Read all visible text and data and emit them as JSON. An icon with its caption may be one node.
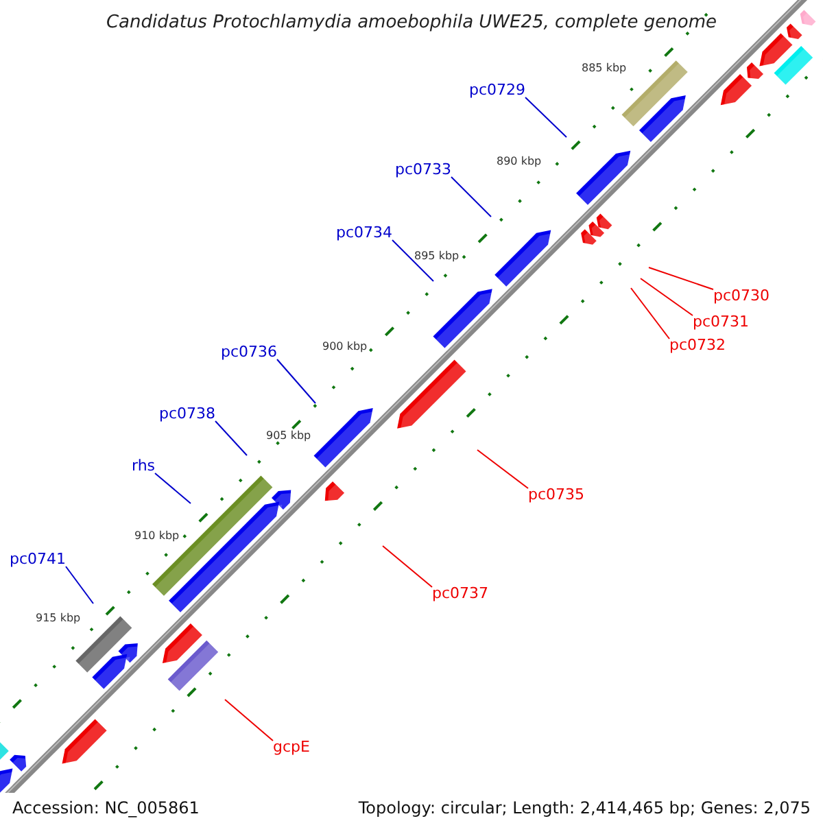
{
  "diagram": {
    "title": "Candidatus Protochlamydia amoebophila UWE25, complete genome",
    "nodes": [
      {
        "text": [
          "pc0729"
        ]
      },
      {
        "text": [
          "pc0733"
        ]
      },
      {
        "text": [
          "pc0734"
        ]
      },
      {
        "text": [
          "pc0736"
        ]
      },
      {
        "text": [
          "pc0738"
        ]
      },
      {
        "text": [
          "rhs"
        ]
      },
      {
        "text": [
          "pc0741"
        ]
      },
      {
        "text": [
          "pc0730"
        ]
      },
      {
        "text": [
          "pc0731"
        ]
      },
      {
        "text": [
          "pc0732"
        ]
      },
      {
        "text": [
          "pc0735"
        ]
      },
      {
        "text": [
          "pc0737"
        ]
      },
      {
        "text": [
          "gcpE"
        ]
      }
    ],
    "edges": [
      {
        "from": 0,
        "to": null,
        "arrow": "none"
      },
      {
        "from": 1,
        "to": null,
        "arrow": "none"
      },
      {
        "from": 2,
        "to": null,
        "arrow": "none"
      },
      {
        "from": 3,
        "to": null,
        "arrow": "none"
      },
      {
        "from": 4,
        "to": null,
        "arrow": "none"
      },
      {
        "from": 5,
        "to": null,
        "arrow": "none"
      },
      {
        "from": 6,
        "to": null,
        "arrow": "none"
      },
      {
        "from": 7,
        "to": null,
        "arrow": "none",
        "color": "#ee0000"
      },
      {
        "from": 8,
        "to": null,
        "arrow": "none",
        "color": "#ee0000"
      },
      {
        "from": 9,
        "to": null,
        "arrow": "none",
        "color": "#ee0000"
      },
      {
        "from": 10,
        "to": null,
        "arrow": "none",
        "color": "#ee0000"
      },
      {
        "from": 11,
        "to": null,
        "arrow": "none",
        "color": "#ee0000"
      },
      {
        "from": 12,
        "to": null,
        "arrow": "none",
        "color": "#ee0000"
      }
    ],
    "labels": [
      "885 kbp",
      "890 kbp",
      "895 kbp",
      "900 kbp",
      "905 kbp",
      "910 kbp",
      "915 kbp",
      "Accession: NC_005861",
      "Topology: circular; Length: 2,414,465 bp; Genes: 2,075"
    ]
  }
}
